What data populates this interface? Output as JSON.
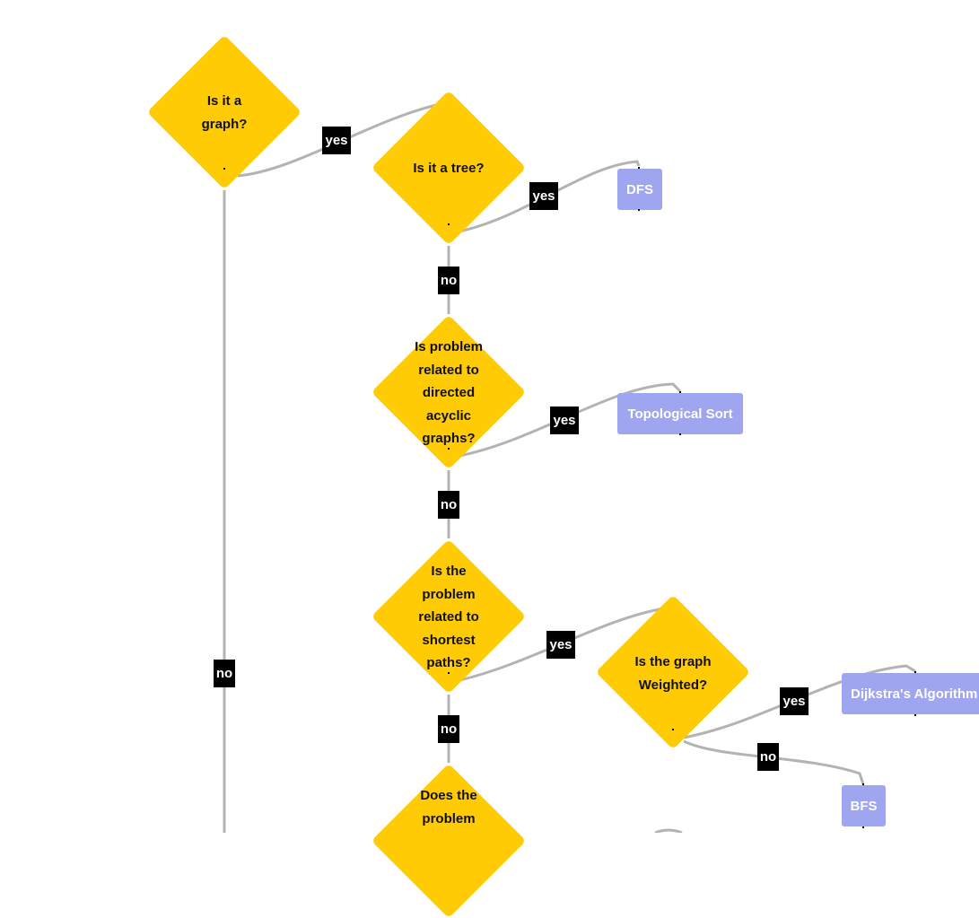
{
  "colors": {
    "decision": "#ffcb05",
    "result": "#9fa5ee",
    "edge": "#b3b3b3",
    "tag": "#000000"
  },
  "decisions": {
    "is_graph": [
      "Is it a",
      "graph?"
    ],
    "is_tree": [
      "Is it a tree?"
    ],
    "dag": [
      "Is problem",
      "related to",
      "directed",
      "acyclic",
      "graphs?"
    ],
    "shortest": [
      "Is the",
      "problem",
      "related to",
      "shortest",
      "paths?"
    ],
    "weighted": [
      "Is the graph",
      "Weighted?"
    ],
    "does_problem": [
      "Does the",
      "problem"
    ]
  },
  "results": {
    "dfs": "DFS",
    "topo": "Topological Sort",
    "dijkstra": "Dijkstra's Algorithm",
    "bfs": "BFS"
  },
  "labels": {
    "yes": "yes",
    "no": "no"
  }
}
